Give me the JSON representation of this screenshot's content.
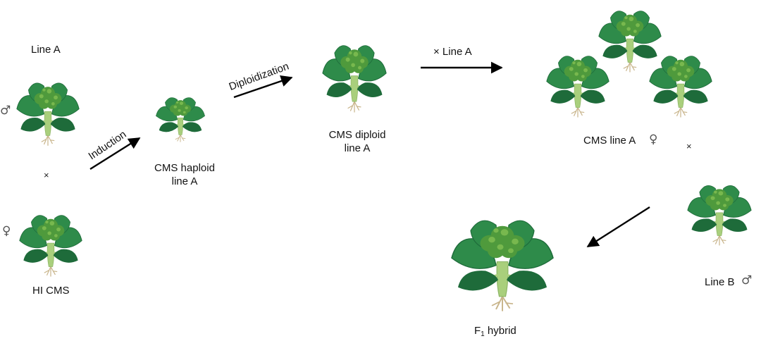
{
  "labels": {
    "line_a": "Line A",
    "hi_cms": "HI  CMS",
    "cms_haploid": "CMS haploid\nline A",
    "cms_diploid": "CMS diploid\nline A",
    "cms_line_a": "CMS line A",
    "line_b": "Line B",
    "f1_prefix": "F",
    "f1_sub": "1",
    "f1_suffix": " hybrid"
  },
  "arrows": {
    "induction": "Induction",
    "diploidization": "Diploidization",
    "cross_line_a": "× Line A"
  },
  "symbols": {
    "male": "♂",
    "female": "♀",
    "cross": "×"
  },
  "colors": {
    "leaf_dark": "#1e6b3a",
    "leaf": "#2e8b4a",
    "floret": "#4f9a3c",
    "floret_light": "#78b84e",
    "stem": "#a9cf7c",
    "root": "#c8b48a"
  }
}
